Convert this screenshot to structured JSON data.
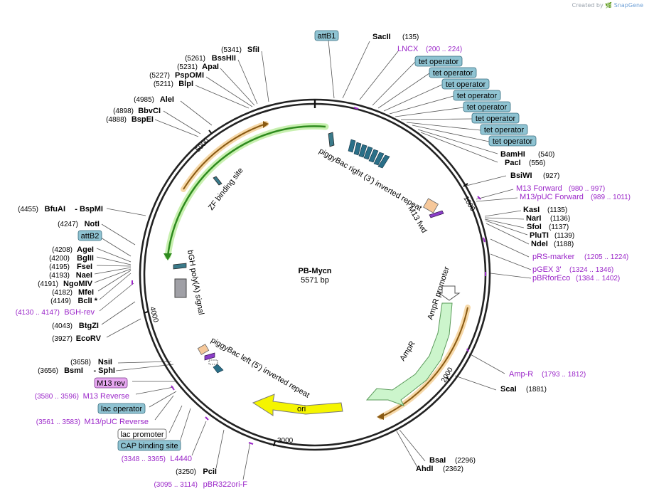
{
  "credit": {
    "text": "Created by",
    "brand": "SnapGene"
  },
  "plasmid": {
    "name": "PB-Mycn",
    "size": "5571 bp"
  },
  "colors": {
    "purple": "#9b27c9",
    "box_blue": "#8fc3d2",
    "box_pink": "#e6a7f0",
    "green": "#2e8b1e",
    "orange": "#d4932c",
    "yellow": "#f5f500",
    "light_green": "#ccf5cc"
  },
  "ticks": [
    "1000",
    "2000",
    "3000",
    "4000",
    "5000"
  ],
  "sites_right": [
    {
      "name": "SacII",
      "pos": "(135)"
    },
    {
      "name": "BamHI",
      "pos": "(540)"
    },
    {
      "name": "PacI",
      "pos": "(556)"
    },
    {
      "name": "BsiWI",
      "pos": "(927)"
    },
    {
      "name": "KasI",
      "pos": "(1135)"
    },
    {
      "name": "NarI",
      "pos": "(1136)"
    },
    {
      "name": "SfoI",
      "pos": "(1137)"
    },
    {
      "name": "PluTI",
      "pos": "(1139)"
    },
    {
      "name": "NdeI",
      "pos": "(1188)"
    },
    {
      "name": "ScaI",
      "pos": "(1881)"
    },
    {
      "name": "BsaI",
      "pos": "(2296)"
    },
    {
      "name": "AhdI",
      "pos": "(2362)"
    }
  ],
  "sites_left": [
    {
      "name": "SfiI",
      "pos": "(5341)"
    },
    {
      "name": "BssHII",
      "pos": "(5261)"
    },
    {
      "name": "ApaI",
      "pos": "(5231)"
    },
    {
      "name": "PspOMI",
      "pos": "(5227)"
    },
    {
      "name": "BlpI",
      "pos": "(5211)"
    },
    {
      "name": "AleI",
      "pos": "(4985)"
    },
    {
      "name": "BbvCI",
      "pos": "(4898)"
    },
    {
      "name": "BspEI",
      "pos": "(4888)"
    },
    {
      "name": "BfuAI",
      "pos": "(4455)",
      "extra": "- BspMI"
    },
    {
      "name": "NotI",
      "pos": "(4247)"
    },
    {
      "name": "AgeI",
      "pos": "(4208)"
    },
    {
      "name": "BglII",
      "pos": "(4200)"
    },
    {
      "name": "FseI",
      "pos": "(4195)"
    },
    {
      "name": "NaeI",
      "pos": "(4193)"
    },
    {
      "name": "NgoMIV",
      "pos": "(4191)"
    },
    {
      "name": "MfeI",
      "pos": "(4182)"
    },
    {
      "name": "BclI *",
      "pos": "(4149)"
    },
    {
      "name": "BtgZI",
      "pos": "(4043)"
    },
    {
      "name": "EcoRV",
      "pos": "(3927)"
    },
    {
      "name": "NsiI",
      "pos": "(3658)"
    },
    {
      "name": "BsmI",
      "pos": "(3656)",
      "extra": "- SphI"
    },
    {
      "name": "PciI",
      "pos": "(3250)"
    }
  ],
  "primers": [
    {
      "name": "LNCX",
      "range": "(200 .. 224)"
    },
    {
      "name": "M13 Forward",
      "range": "(980 .. 997)"
    },
    {
      "name": "M13/pUC Forward",
      "range": "(989 .. 1011)"
    },
    {
      "name": "pRS-marker",
      "range": "(1205 .. 1224)"
    },
    {
      "name": "pGEX 3'",
      "range": "(1324 .. 1346)"
    },
    {
      "name": "pBRforEco",
      "range": "(1384 .. 1402)"
    },
    {
      "name": "Amp-R",
      "range": "(1793 .. 1812)"
    },
    {
      "name": "BGH-rev",
      "range": "(4130 .. 4147)"
    },
    {
      "name": "M13 Reverse",
      "range": "(3580 .. 3596)"
    },
    {
      "name": "M13/pUC Reverse",
      "range": "(3561 .. 3583)"
    },
    {
      "name": "L4440",
      "range": "(3348 .. 3365)"
    },
    {
      "name": "pBR322ori-F",
      "range": "(3095 .. 3114)"
    }
  ],
  "boxes": {
    "attB1": "attB1",
    "attB2": "attB2",
    "tet_operator": "tet operator",
    "m13_rev": "M13 rev",
    "lac_operator": "lac operator",
    "lac_promoter": "lac promoter",
    "cap_site": "CAP binding site"
  },
  "features": {
    "piggybac_right": "piggyBac right (3') inverted repeat",
    "m13_fwd": "M13 fwd",
    "ampr_promoter": "AmpR promoter",
    "ampr": "AmpR",
    "ori": "ori",
    "piggybac_left": "piggyBac left (5') inverted repeat",
    "bgh": "bGH poly(A) signal",
    "zf": "ZF binding site"
  }
}
